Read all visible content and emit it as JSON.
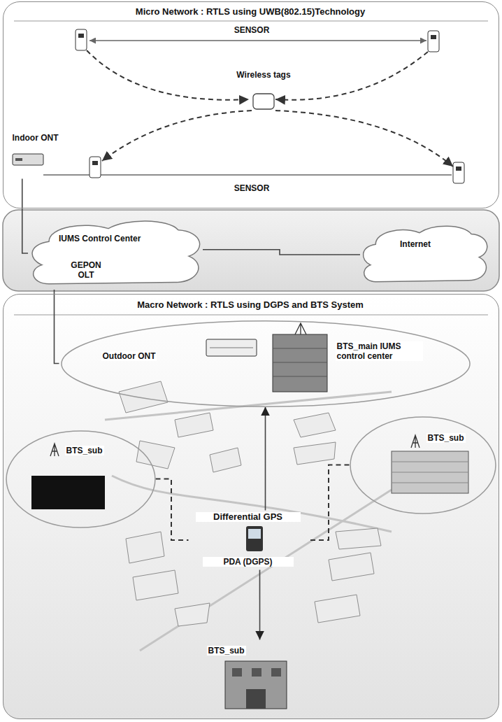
{
  "diagram": {
    "nodes": [
      {
        "text": [
          "Micro Network : RTLS using UWB(802.15)Technology"
        ]
      },
      {
        "text": [
          "Wireless tags"
        ],
        "in": 0
      },
      {
        "text": [
          "Indoor ONT"
        ],
        "in": 0
      },
      {
        "text": [
          "IUMS Control Center",
          "GEPON OLT"
        ]
      },
      {
        "text": [
          "Internet"
        ]
      },
      {
        "text": [
          "Macro Network : RTLS using DGPS and BTS System"
        ]
      },
      {
        "text": [
          "Outdoor ONT",
          "BTS_main IUMS control center"
        ],
        "in": 5
      },
      {
        "text": [
          "BTS_sub"
        ],
        "in": 5
      },
      {
        "text": [
          "BTS_sub"
        ],
        "in": 5
      },
      {
        "text": [
          "Differential GPS",
          "PDA (DGPS)"
        ],
        "in": 5
      },
      {
        "text": [
          "BTS_sub"
        ],
        "in": 5
      }
    ],
    "edges": [
      {
        "from": 2,
        "to": 3,
        "arrow": "none"
      },
      {
        "from": 3,
        "to": 4,
        "arrow": "none"
      },
      {
        "from": 3,
        "to": 6,
        "arrow": "none"
      },
      {
        "from": 9,
        "to": 6,
        "arrow": "to"
      },
      {
        "from": 9,
        "to": 10,
        "arrow": "to"
      },
      {
        "from": 7,
        "to": 9,
        "arrow": "none"
      },
      {
        "from": 8,
        "to": 9,
        "arrow": "none"
      }
    ],
    "labels": [
      "SENSOR",
      "SENSOR"
    ]
  }
}
